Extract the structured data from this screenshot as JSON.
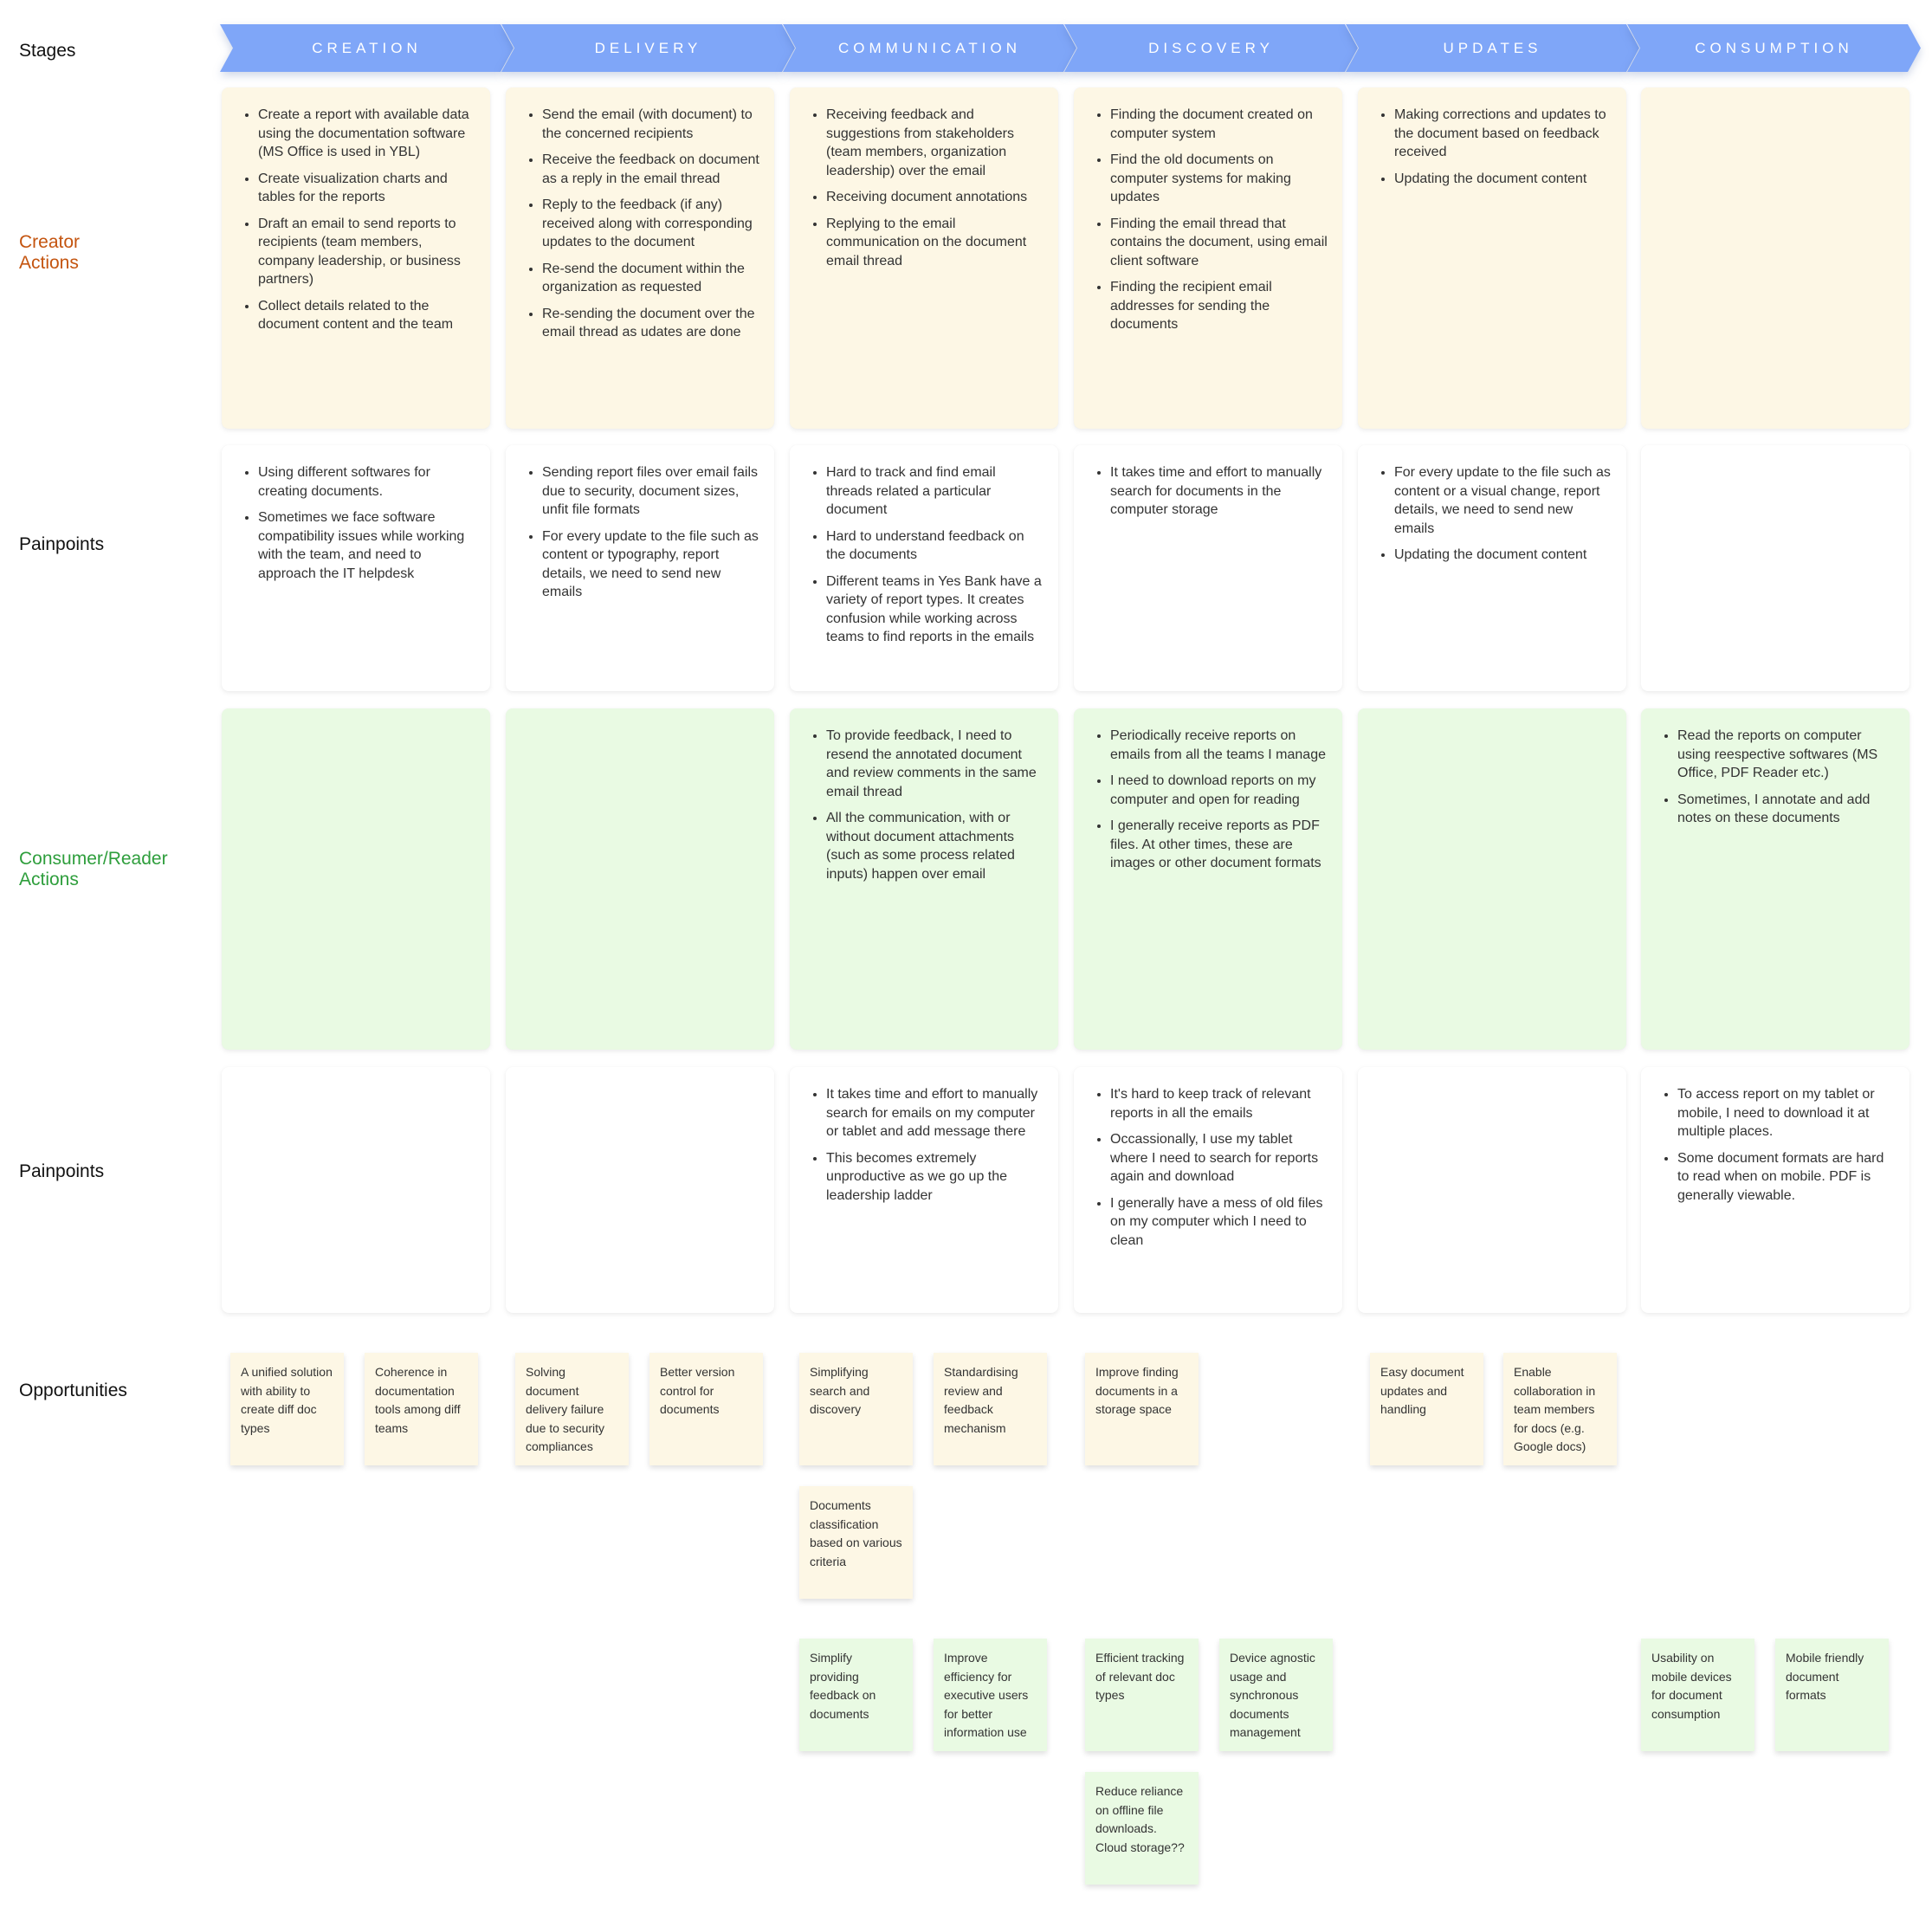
{
  "row_labels": {
    "stages": "Stages",
    "creator_actions": "Creator\nActions",
    "creator_painpoints": "Painpoints",
    "consumer_actions": "Consumer/Reader\nActions",
    "consumer_painpoints": "Painpoints",
    "opportunities": "Opportunities"
  },
  "colors": {
    "stage_arrow": "#7fa6f8",
    "creator_label": "#c4540f",
    "consumer_label": "#2e9e3c",
    "yellow_card": "#fdf7e5",
    "green_card": "#e9fae3"
  },
  "stages": [
    "CREATION",
    "DELIVERY",
    "COMMUNICATION",
    "DISCOVERY",
    "UPDATES",
    "CONSUMPTION"
  ],
  "creator_actions": [
    [
      "Create a report with available data using the documentation software (MS Office is used in YBL)",
      "Create visualization charts and tables for the reports",
      "Draft an email to send reports to recipients (team members, company leadership, or business partners)",
      "Collect details related to the document content and the team"
    ],
    [
      "Send the email (with document) to the concerned recipients",
      "Receive the feedback on document as a reply in the email thread",
      "Reply to the feedback (if any) received along with corresponding updates to the document",
      "Re-send the document within the organization as requested",
      "Re-sending the document over the email thread as udates are done"
    ],
    [
      "Receiving feedback and suggestions from stakeholders (team members, organization leadership) over the email",
      "Receiving document annotations",
      "Replying to the email communication on the document email thread"
    ],
    [
      "Finding the document created on computer system",
      "Find the old documents on computer systems for making updates",
      "Finding the email thread that contains the document, using email client software",
      "Finding the recipient email addresses for sending the documents"
    ],
    [
      "Making corrections and updates to the document based on feedback received",
      "Updating the document content"
    ],
    []
  ],
  "creator_painpoints": [
    [
      "Using different softwares for creating documents.",
      "Sometimes we face software compatibility issues while working with the team, and need to approach the IT helpdesk"
    ],
    [
      "Sending report files over email fails due to security, document sizes, unfit file formats",
      "For every update to the file such as content or typography, report details, we need to send new emails"
    ],
    [
      "Hard to track and find email threads related a particular document",
      "Hard to understand feedback on the documents",
      "Different teams in Yes Bank have a variety of report types. It creates confusion while working across teams to find reports in the emails"
    ],
    [
      "It takes time and effort to manually search for documents in the computer storage"
    ],
    [
      "For every update to the file such as content or a visual change, report details, we need to send new emails",
      "Updating the document content"
    ],
    []
  ],
  "consumer_actions": [
    [],
    [],
    [
      "To provide feedback, I need to resend the annotated document and review comments in the same email thread",
      "All the communication, with or without document attachments (such as some process related inputs) happen over email"
    ],
    [
      "Periodically receive reports on emails from all the teams I manage",
      "I need to download reports on my computer and open for reading",
      "I generally receive reports as PDF files. At other times, these are images or other document formats"
    ],
    [],
    [
      "Read the reports on computer using reespective softwares (MS Office, PDF Reader etc.)",
      "Sometimes, I annotate and add notes on these documents"
    ]
  ],
  "consumer_painpoints": [
    [],
    [],
    [
      "It takes time and effort to manually search for emails on my computer or tablet and add message there",
      "This becomes extremely unproductive as we go up the leadership ladder"
    ],
    [
      "It's hard to keep track of relevant reports in all the emails",
      "Occassionally, I use my tablet where I need to search for reports again and download",
      "I generally have a mess of old files on my computer which I need to clean"
    ],
    [],
    [
      "To access report on my tablet or mobile, I need to download it at multiple places.",
      "Some document formats are hard to read when on mobile. PDF is generally viewable."
    ]
  ],
  "opportunities": [
    {
      "text": "A unified solution with ability to create diff doc types",
      "color": "yellow"
    },
    {
      "text": "Coherence in documentation tools among diff teams",
      "color": "yellow"
    },
    {
      "text": "Solving document delivery failure due to security compliances",
      "color": "yellow"
    },
    {
      "text": "Better version control for documents",
      "color": "yellow"
    },
    {
      "text": "Simplifying search and discovery",
      "color": "yellow"
    },
    {
      "text": "Standardising review and feedback mechanism",
      "color": "yellow"
    },
    {
      "text": "Documents classification based on various criteria",
      "color": "yellow"
    },
    {
      "text": "Improve finding documents in a storage space",
      "color": "yellow"
    },
    {
      "text": "Easy document updates and handling",
      "color": "yellow"
    },
    {
      "text": "Enable collaboration in team members for docs (e.g. Google docs)",
      "color": "yellow"
    },
    {
      "text": "Simplify providing feedback on documents",
      "color": "green"
    },
    {
      "text": "Improve efficiency for executive users for better information use",
      "color": "green"
    },
    {
      "text": "Efficient tracking of relevant doc types",
      "color": "green"
    },
    {
      "text": "Device agnostic usage and synchronous documents management",
      "color": "green"
    },
    {
      "text": "Reduce reliance on offline file downloads. Cloud storage??",
      "color": "green"
    },
    {
      "text": "Usability on mobile devices for document consumption",
      "color": "green"
    },
    {
      "text": "Mobile friendly document formats",
      "color": "green"
    }
  ]
}
